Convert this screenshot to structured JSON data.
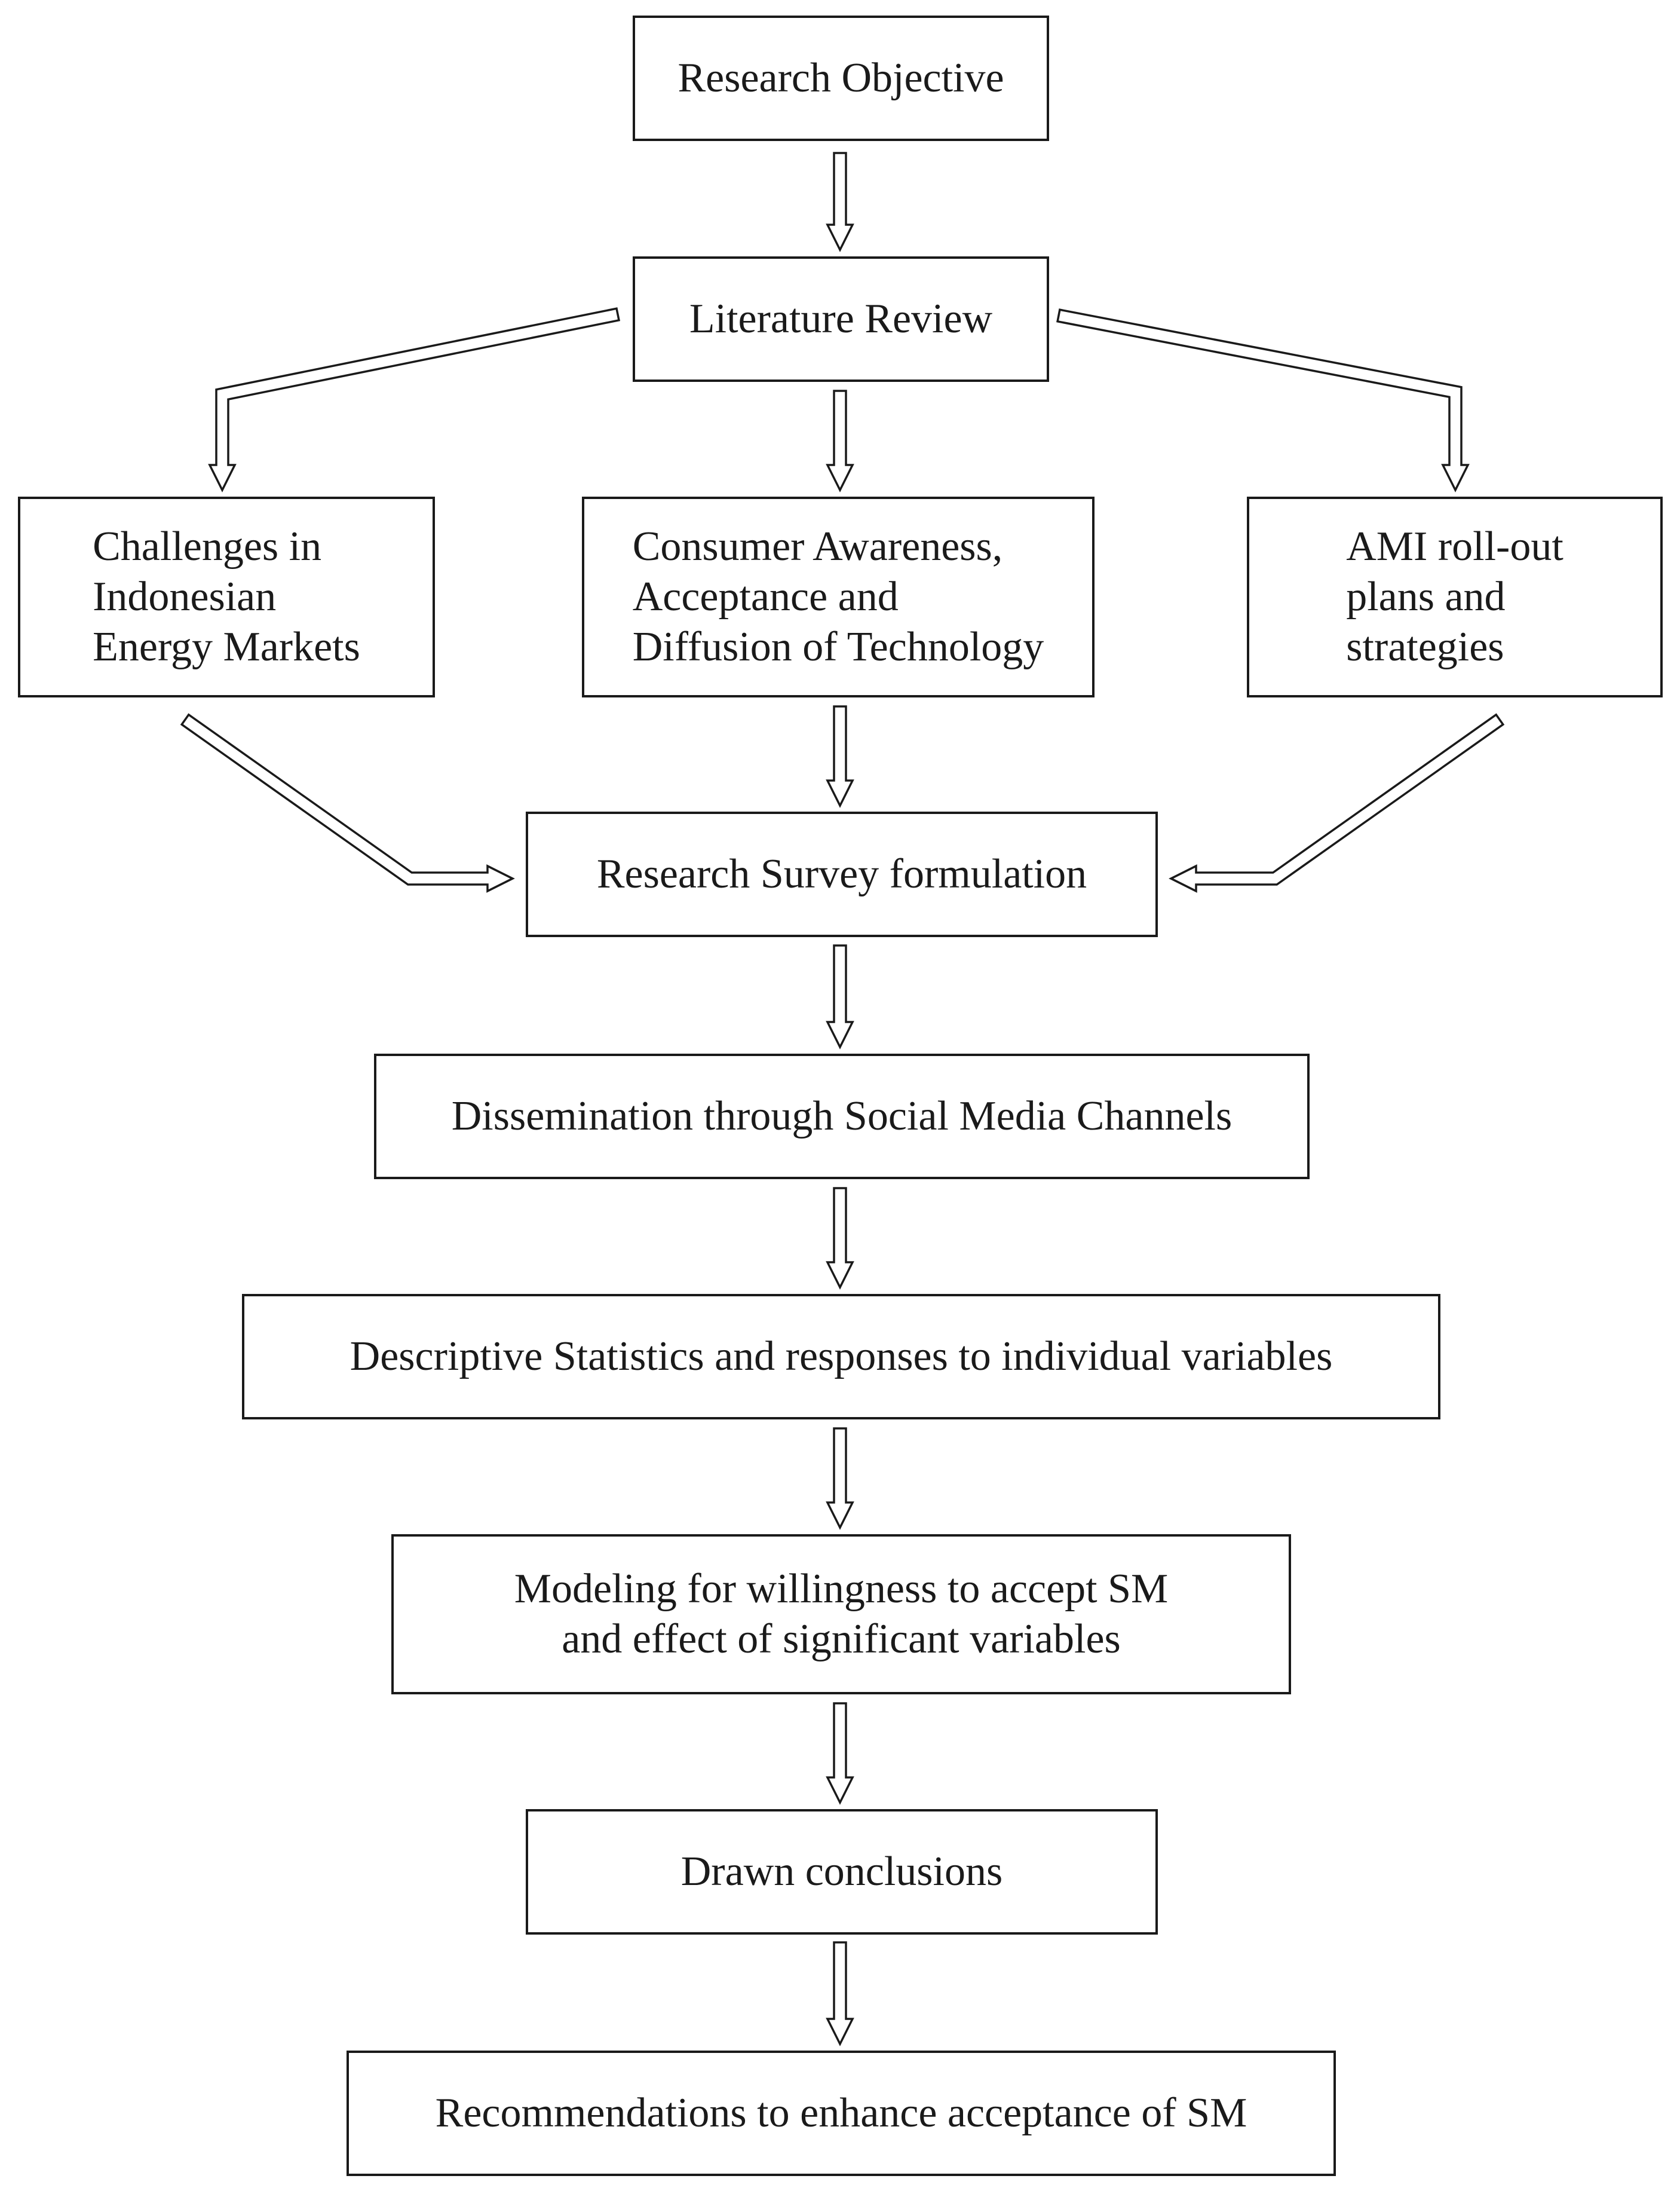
{
  "diagram": {
    "nodes": {
      "objective": "Research Objective",
      "literature": "Literature Review",
      "challenges": "Challenges in\nIndonesian\nEnergy Markets",
      "consumer": "Consumer Awareness,\nAcceptance and\nDiffusion of Technology",
      "ami": "AMI roll-out\nplans and\nstrategies",
      "survey": "Research Survey formulation",
      "dissemination": "Dissemination through Social Media Channels",
      "descriptive": "Descriptive Statistics and responses to individual variables",
      "modeling": "Modeling for willingness to accept SM\nand effect of significant variables",
      "conclusions": "Drawn conclusions",
      "recommendations": "Recommendations to enhance acceptance of SM"
    },
    "edges": [
      {
        "from": "objective",
        "to": "literature"
      },
      {
        "from": "literature",
        "to": "challenges"
      },
      {
        "from": "literature",
        "to": "consumer"
      },
      {
        "from": "literature",
        "to": "ami"
      },
      {
        "from": "challenges",
        "to": "survey"
      },
      {
        "from": "consumer",
        "to": "survey"
      },
      {
        "from": "ami",
        "to": "survey"
      },
      {
        "from": "survey",
        "to": "dissemination"
      },
      {
        "from": "dissemination",
        "to": "descriptive"
      },
      {
        "from": "descriptive",
        "to": "modeling"
      },
      {
        "from": "modeling",
        "to": "conclusions"
      },
      {
        "from": "conclusions",
        "to": "recommendations"
      }
    ],
    "colors": {
      "stroke": "#1a1a1a",
      "background": "#ffffff"
    }
  }
}
